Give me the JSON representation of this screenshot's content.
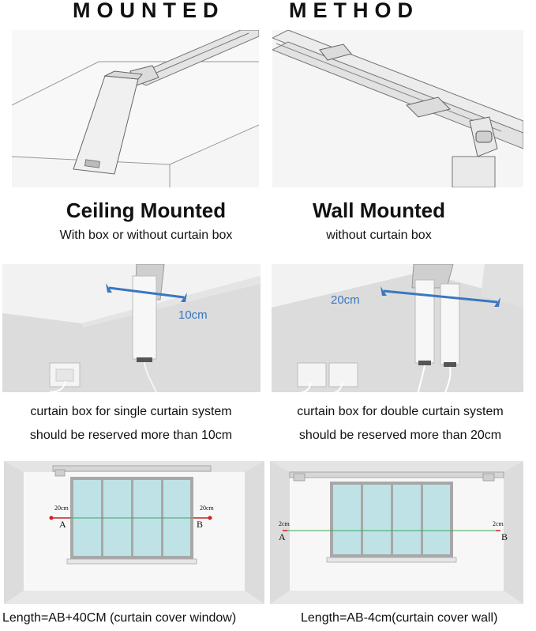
{
  "header": {
    "left": "MOUNTED",
    "right": "METHOD"
  },
  "ceiling": {
    "title": "Ceiling Mounted",
    "subtitle": "With box or without curtain box",
    "measure": "10cm",
    "desc_line1": "curtain box for single curtain system",
    "desc_line2": "should be reserved more than 10cm",
    "gap_left": "20cm",
    "gap_right": "20cm",
    "point_a": "A",
    "point_b": "B",
    "formula": "Length=AB+40CM (curtain cover window)"
  },
  "wall": {
    "title": "Wall Mounted",
    "subtitle": "without curtain box",
    "measure": "20cm",
    "desc_line1": "curtain box for double curtain system",
    "desc_line2": "should be reserved more than 20cm",
    "gap_left": "2cm",
    "gap_right": "2cm",
    "point_a": "A",
    "point_b": "B",
    "formula": "Length=AB-4cm(curtain cover wall)"
  },
  "colors": {
    "measure_blue": "#3a77c0",
    "room_wall": "#eeeeee",
    "glass": "#bfe2e6",
    "window_frame": "#9a9a9a",
    "guide_green": "#3aa85a",
    "marker_red": "#cc2222"
  }
}
